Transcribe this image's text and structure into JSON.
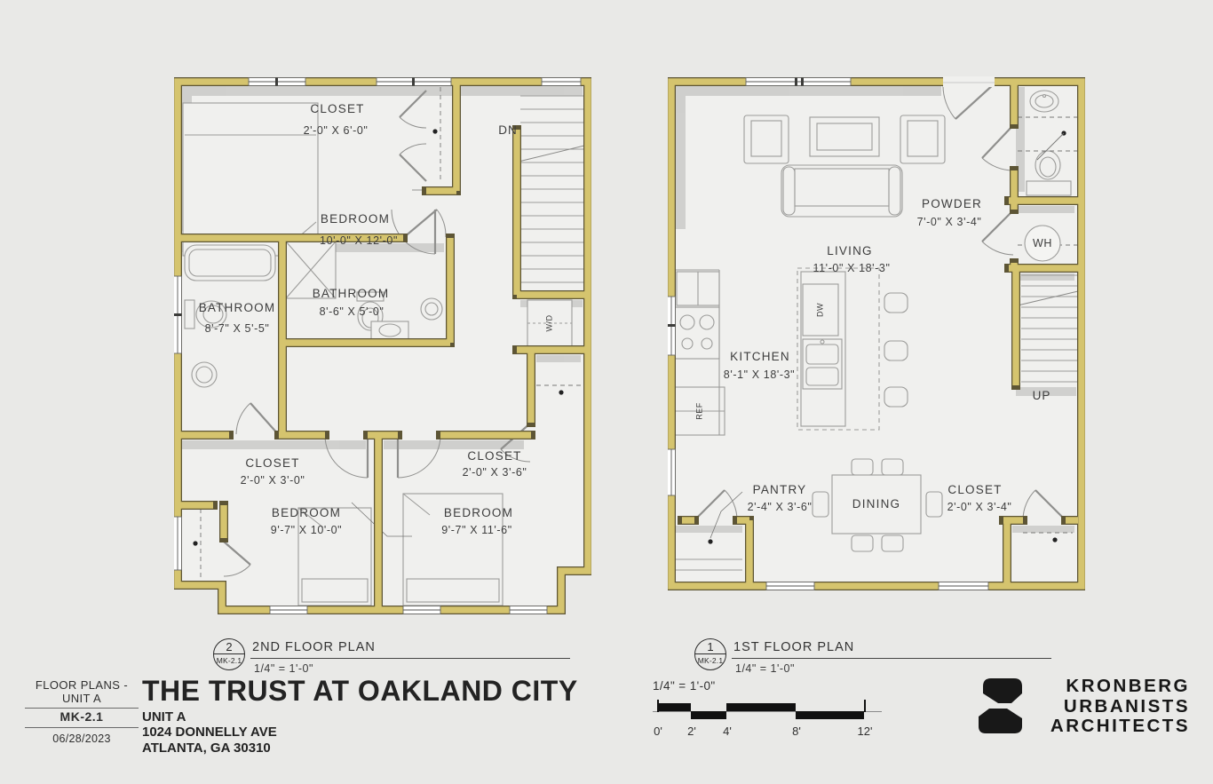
{
  "colors": {
    "page_bg": "#e9e9e7",
    "floor": "#f0f0ee",
    "wall_fill": "#d5c46e",
    "wall_outline": "#5d5535",
    "shadow": "#a9a9a7",
    "line_gray": "#9c9c9a",
    "text": "#3b3b3b",
    "black": "#111111"
  },
  "plan2": {
    "callout": {
      "number": "2",
      "sheet": "MK-2.1",
      "title": "2ND FLOOR PLAN",
      "scale": "1/4\" = 1'-0\""
    },
    "labels": {
      "closet_top": {
        "name": "CLOSET",
        "dim": "2'-0\" X 6'-0\""
      },
      "bedroom_top": {
        "name": "BEDROOM",
        "dim": "10'-0\" X 12'-0\""
      },
      "bathroom_l": {
        "name": "BATHROOM",
        "dim": "8'-7\" X 5'-5\""
      },
      "bathroom_m": {
        "name": "BATHROOM",
        "dim": "8'-6\" X 5'-0\""
      },
      "closet_bl": {
        "name": "CLOSET",
        "dim": "2'-0\" X 3'-0\""
      },
      "bedroom_bl": {
        "name": "BEDROOM",
        "dim": "9'-7\" X 10'-0\""
      },
      "closet_br": {
        "name": "CLOSET",
        "dim": "2'-0\" X 3'-6\""
      },
      "bedroom_br": {
        "name": "BEDROOM",
        "dim": "9'-7\" X 11'-6\""
      },
      "dn": "DN",
      "wd": "W/D"
    }
  },
  "plan1": {
    "callout": {
      "number": "1",
      "sheet": "MK-2.1",
      "title": "1ST FLOOR PLAN",
      "scale": "1/4\" = 1'-0\""
    },
    "labels": {
      "living": {
        "name": "LIVING",
        "dim": "11'-0\" X 18'-3\""
      },
      "powder": {
        "name": "POWDER",
        "dim": "7'-0\" X 3'-4\""
      },
      "kitchen": {
        "name": "KITCHEN",
        "dim": "8'-1\" X 18'-3\""
      },
      "pantry": {
        "name": "PANTRY",
        "dim": "2'-4\" X 3'-6\""
      },
      "dining": {
        "name": "DINING"
      },
      "closet": {
        "name": "CLOSET",
        "dim": "2'-0\" X 3'-4\""
      },
      "wh": "WH",
      "up": "UP",
      "dw": "DW",
      "ref": "REF"
    }
  },
  "title_block": {
    "sheet_title_line1": "FLOOR PLANS -",
    "sheet_title_line2": "UNIT A",
    "sheet_number": "MK-2.1",
    "date": "06/28/2023",
    "project_title": "THE TRUST AT OAKLAND CITY",
    "unit": "UNIT A",
    "address_line1": "1024 DONNELLY AVE",
    "address_line2": "ATLANTA, GA 30310"
  },
  "scale_bar": {
    "label": "1/4\" = 1'-0\"",
    "ticks": [
      "0'",
      "2'",
      "4'",
      "8'",
      "12'"
    ]
  },
  "logo": {
    "line1": "KRONBERG",
    "line2": "URBANISTS",
    "line3": "ARCHITECTS"
  }
}
